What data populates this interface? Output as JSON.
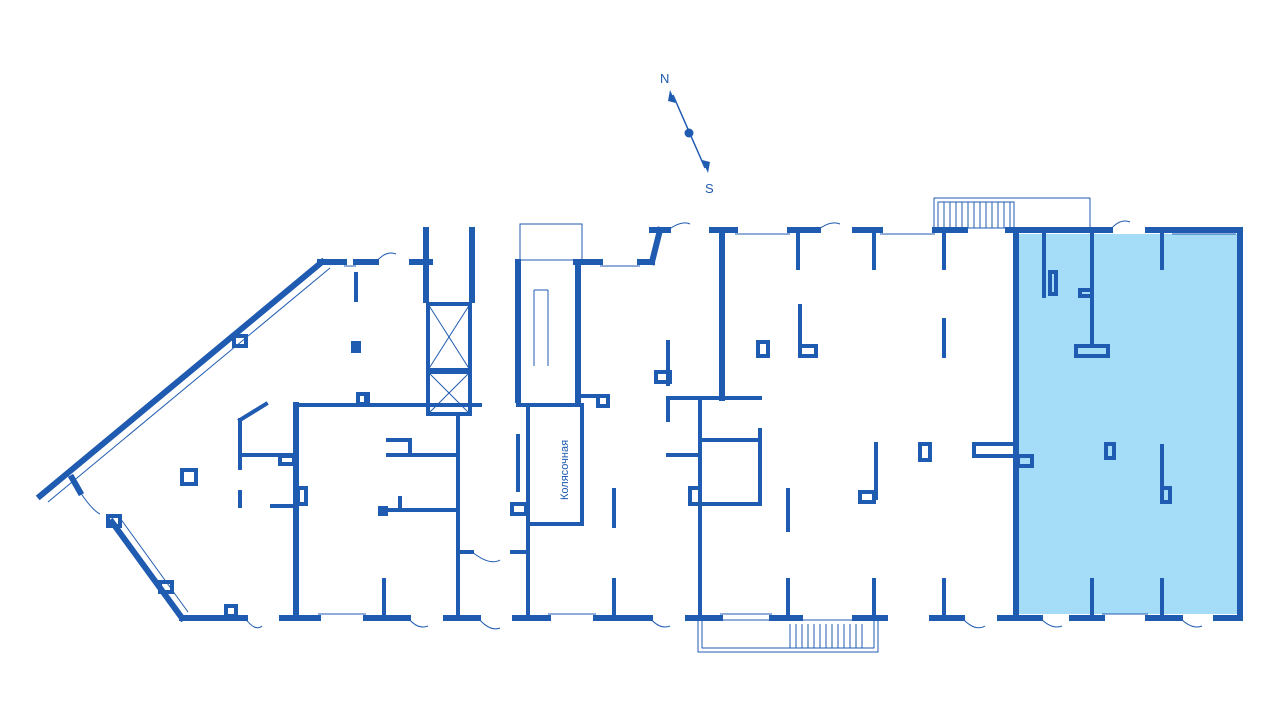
{
  "compass": {
    "north": "N",
    "south": "S"
  },
  "rooms": {
    "stroller_room_label": "Колясочная"
  },
  "colors": {
    "wall": "#1f5bb0",
    "highlight": "#a5dcf7",
    "background": "#ffffff"
  },
  "highlighted_unit": {
    "selected": true
  }
}
